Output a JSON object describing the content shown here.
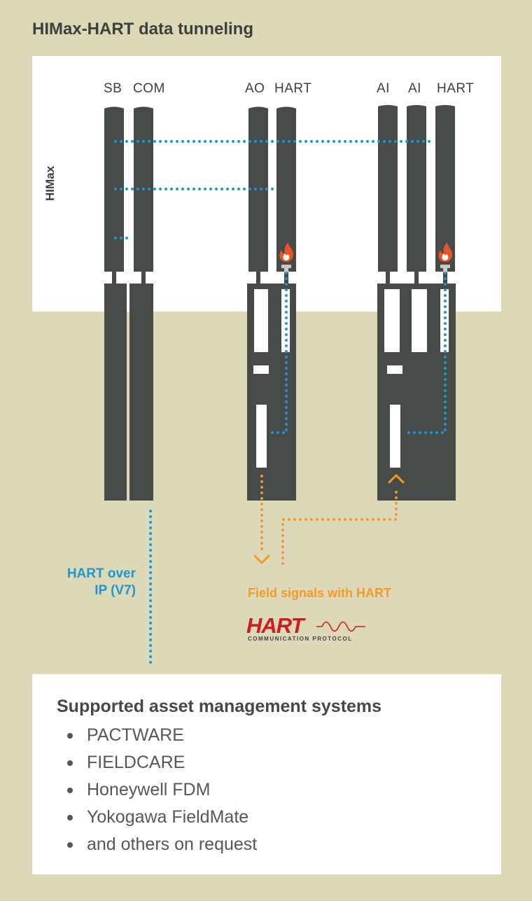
{
  "title": "HIMax-HART data tunneling",
  "himax_label": "HIMax",
  "columns": {
    "sb": "SB",
    "com": "COM",
    "ao": "AO",
    "hart1": "HART",
    "ai1": "AI",
    "ai2": "AI",
    "hart2": "HART"
  },
  "hart_over_ip": {
    "line1": "HART over",
    "line2": "IP (V7)"
  },
  "field_signals": "Field signals with HART",
  "hart_logo": {
    "word": "HART",
    "subtitle": "COMMUNICATION PROTOCOL"
  },
  "supported": {
    "title": "Supported asset management systems",
    "items": [
      "PACTWARE",
      "FIELDCARE",
      "Honeywell FDM",
      "Yokogawa FieldMate",
      "and others on request"
    ]
  },
  "colors": {
    "background": "#ddd8b8",
    "panel": "#ffffff",
    "module": "#474b48",
    "blue": "#1d97d1",
    "orange": "#f09a2a",
    "hart_red": "#c8201f"
  },
  "icons": [
    "fire-icon"
  ]
}
